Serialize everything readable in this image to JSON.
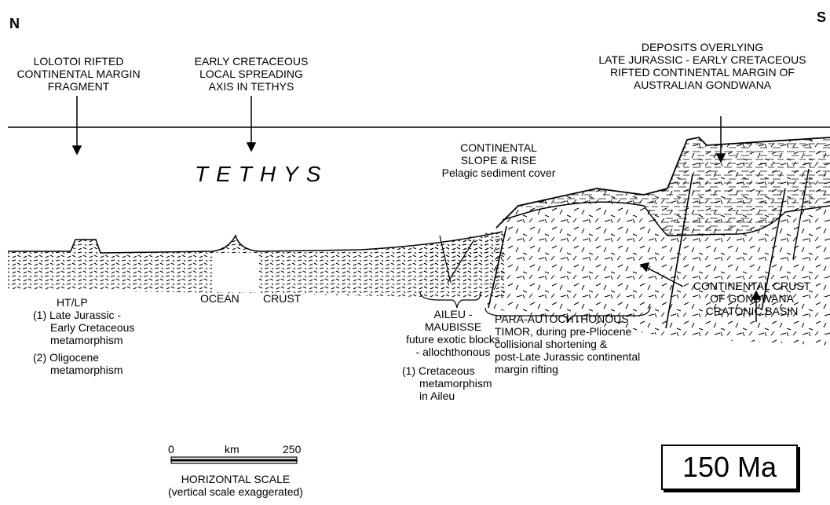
{
  "compass": {
    "north": "N",
    "south": "S"
  },
  "labels": {
    "lolotoi": [
      "LOLOTOI RIFTED",
      "CONTINENTAL MARGIN",
      "FRAGMENT"
    ],
    "spreading": [
      "EARLY CRETACEOUS",
      "LOCAL SPREADING",
      "AXIS IN TETHYS"
    ],
    "deposits": [
      "DEPOSITS OVERLYING",
      "LATE JURASSIC - EARLY CRETACEOUS",
      "RIFTED CONTINENTAL MARGIN OF",
      "AUSTRALIAN GONDWANA"
    ],
    "tethys": "TETHYS",
    "slope": [
      "CONTINENTAL",
      "SLOPE & RISE",
      "Pelagic sediment cover"
    ],
    "htlp": [
      "HT/LP",
      "(1) Late Jurassic -",
      "Early Cretaceous",
      "metamorphism",
      "(2) Oligocene",
      "metamorphism"
    ],
    "ocean": "OCEAN",
    "crust": "CRUST",
    "aileu": [
      "AILEU -",
      "MAUBISSE",
      "future exotic blocks",
      "- allochthonous",
      "(1) Cretaceous",
      "metamorphism",
      "in Aileu"
    ],
    "para": [
      "PARA-AUTOCHTHONOUS",
      "TIMOR, during pre-Pliocene",
      "collisional shortening &",
      "post-Late Jurassic continental",
      "margin rifting"
    ],
    "gondwana": [
      "CONTINENTAL CRUST",
      "OF GONDWANA",
      "CRATONIC BASIN"
    ]
  },
  "scale": {
    "zero": "0",
    "unit": "km",
    "max": "250",
    "title": "HORIZONTAL SCALE",
    "note": "(vertical scale exaggerated)"
  },
  "age": "150 Ma"
}
